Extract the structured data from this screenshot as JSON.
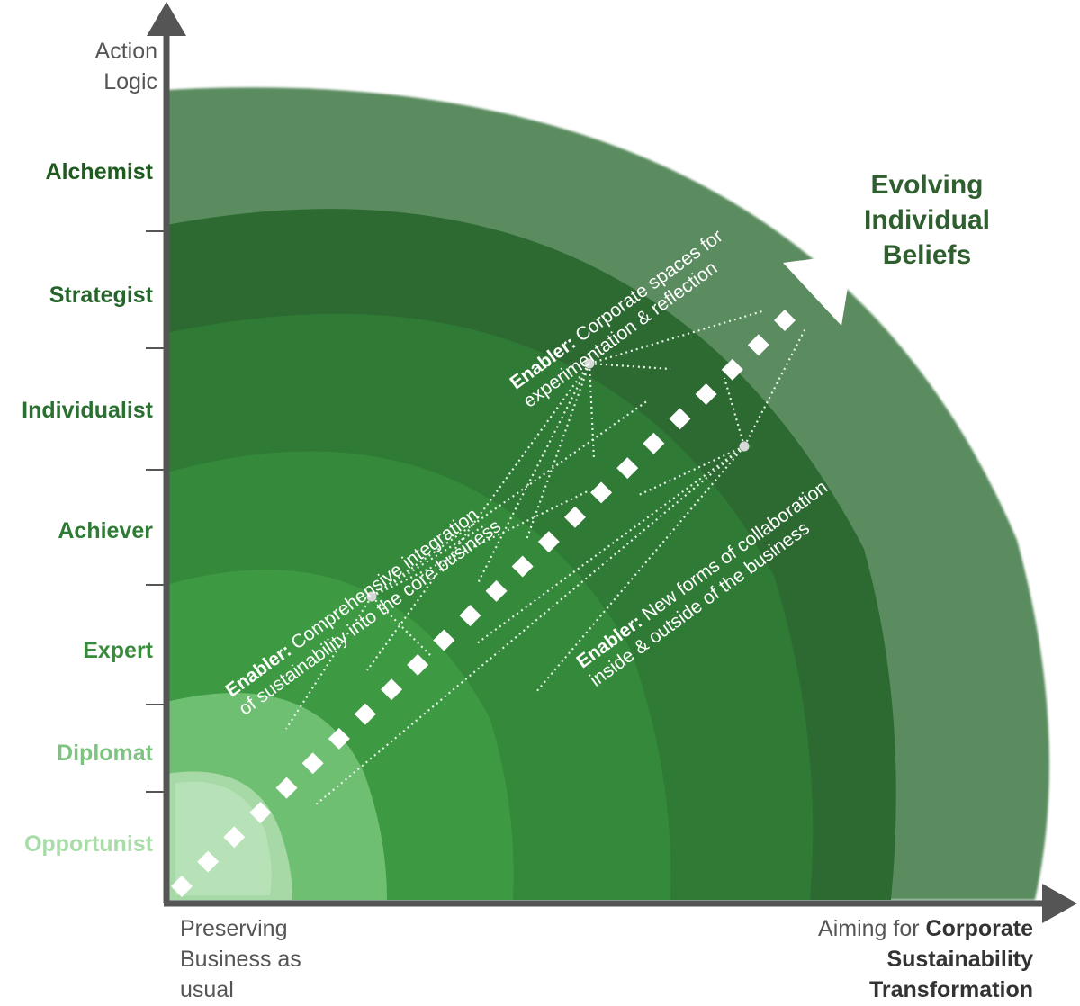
{
  "diagram": {
    "y_axis_title": "Action Logic",
    "levels": [
      {
        "label": "Alchemist",
        "color": "#1f5a1f"
      },
      {
        "label": "Strategist",
        "color": "#25642a"
      },
      {
        "label": "Individualist",
        "color": "#2a7030"
      },
      {
        "label": "Achiever",
        "color": "#2f7a34"
      },
      {
        "label": "Expert",
        "color": "#3a8a3e"
      },
      {
        "label": "Diplomat",
        "color": "#7cc47f"
      },
      {
        "label": "Opportunist",
        "color": "#a9dca9"
      }
    ],
    "x_axis_left": "Preserving Business as usual",
    "x_axis_right_prefix": "Aiming for",
    "x_axis_right_bold": "Corporate Sustainability Transformation",
    "arrow_label": "Evolving Individual Beliefs",
    "enablers": [
      {
        "prefix": "Enabler:",
        "text_line1": "Comprehensive integration",
        "text_line2": "of sustainability into the core business"
      },
      {
        "prefix": "Enabler:",
        "text_line1": "Corporate spaces for",
        "text_line2": "experimentation & reflection"
      },
      {
        "prefix": "Enabler:",
        "text_line1": "New forms of collaboration",
        "text_line2": "inside & outside of the business"
      }
    ]
  }
}
